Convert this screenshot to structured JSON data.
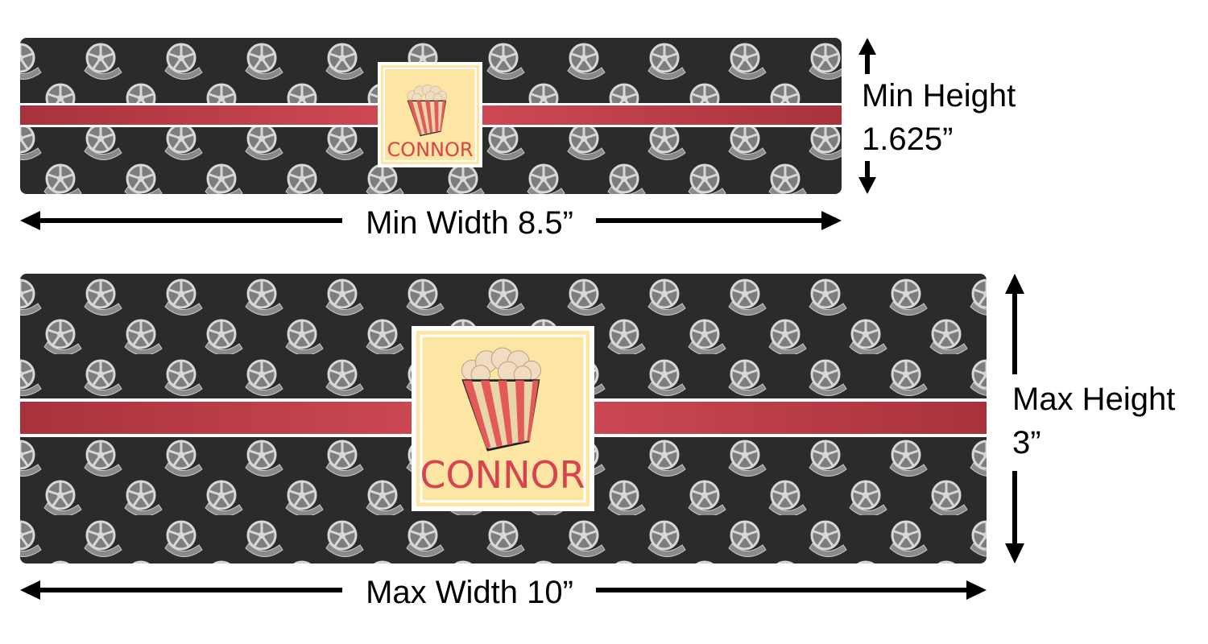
{
  "small_banner": {
    "name": "CONNOR",
    "width_label": "Min Width 8.5”",
    "height_label_line1": "Min Height",
    "height_label_line2": "1.625”"
  },
  "large_banner": {
    "name": "CONNOR",
    "width_label": "Max Width 10”",
    "height_label_line1": "Max Height",
    "height_label_line2": "3”"
  },
  "colors": {
    "background": "#2b2b2b",
    "stripe": "#c7404c",
    "emblem": "#fde6a4",
    "name": "#d9434f"
  }
}
